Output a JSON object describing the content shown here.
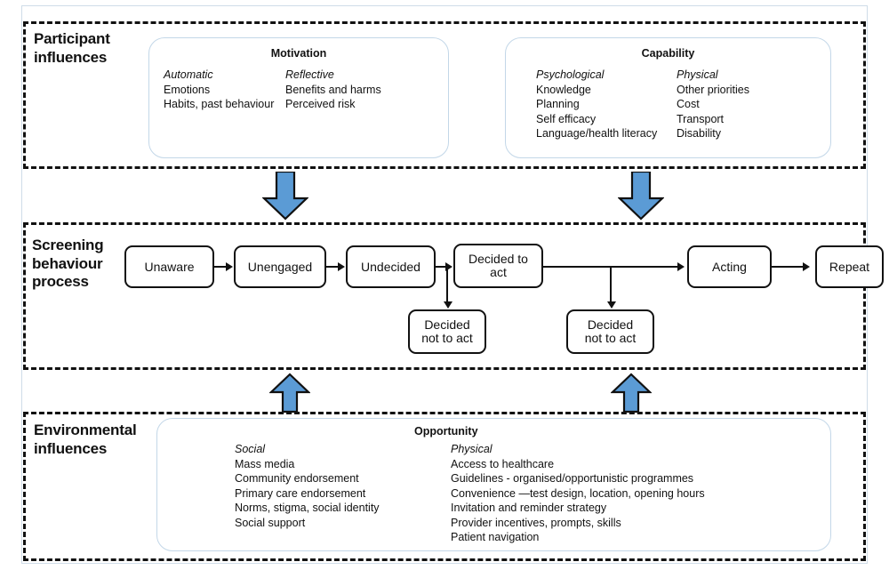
{
  "diagram": {
    "title": "Screening behaviour process model with participant and environmental influences",
    "accent_blue": "#5B9BD5",
    "panel_border": "#C3D7E8",
    "line_color": "#111111"
  },
  "bands": {
    "participant": {
      "label": "Participant\ninfluences",
      "line1": "Participant",
      "line2": "influences"
    },
    "screening": {
      "label": "Screening behaviour process",
      "line1": "Screening",
      "line2": "behaviour",
      "line3": "process"
    },
    "environment": {
      "label": "Environmental influences",
      "line1": "Environmental",
      "line2": "influences"
    }
  },
  "panels": {
    "motivation": {
      "title": "Motivation",
      "columns": [
        {
          "heading": "Automatic",
          "items": [
            "Emotions",
            "Habits, past behaviour"
          ]
        },
        {
          "heading": "Reflective",
          "items": [
            "Benefits and harms",
            "Perceived risk"
          ]
        }
      ]
    },
    "capability": {
      "title": "Capability",
      "columns": [
        {
          "heading": "Psychological",
          "items": [
            "Knowledge",
            "Planning",
            "Self efficacy",
            "Language/health literacy"
          ]
        },
        {
          "heading": "Physical",
          "items": [
            "Other priorities",
            "Cost",
            "Transport",
            "Disability"
          ]
        }
      ]
    },
    "opportunity": {
      "title": "Opportunity",
      "columns": [
        {
          "heading": "Social",
          "items": [
            "Mass media",
            "Community endorsement",
            "Primary care endorsement",
            "Norms, stigma, social identity",
            "Social support"
          ]
        },
        {
          "heading": "Physical",
          "items": [
            "Access to healthcare",
            "Guidelines - organised/opportunistic programmes",
            "Convenience —test design, location, opening hours",
            "Invitation and reminder strategy",
            "Provider incentives, prompts, skills",
            "Patient navigation"
          ]
        }
      ]
    }
  },
  "flow": {
    "nodes": [
      {
        "id": "unaware",
        "label": "Unaware"
      },
      {
        "id": "unengaged",
        "label": "Unengaged"
      },
      {
        "id": "undecided",
        "label": "Undecided"
      },
      {
        "id": "decided-to-act",
        "label": "Decided to act",
        "line1": "Decided to",
        "line2": "act"
      },
      {
        "id": "acting",
        "label": "Acting"
      },
      {
        "id": "repeat",
        "label": "Repeat"
      },
      {
        "id": "decided-not-to-act-1",
        "label": "Decided not to act",
        "line1": "Decided",
        "line2": "not to act"
      },
      {
        "id": "decided-not-to-act-2",
        "label": "Decided not to act",
        "line1": "Decided",
        "line2": "not to act"
      }
    ],
    "edges": [
      {
        "from": "unaware",
        "to": "unengaged"
      },
      {
        "from": "unengaged",
        "to": "undecided"
      },
      {
        "from": "undecided",
        "to": "decided-to-act"
      },
      {
        "from": "undecided",
        "to": "decided-not-to-act-1"
      },
      {
        "from": "decided-to-act",
        "to": "acting"
      },
      {
        "from": "decided-to-act",
        "to": "decided-not-to-act-2"
      },
      {
        "from": "acting",
        "to": "repeat"
      }
    ]
  },
  "influence_arrows": [
    {
      "id": "motivation-down",
      "direction": "down"
    },
    {
      "id": "capability-down",
      "direction": "down"
    },
    {
      "id": "opportunity-up-left",
      "direction": "up"
    },
    {
      "id": "opportunity-up-right",
      "direction": "up"
    }
  ]
}
